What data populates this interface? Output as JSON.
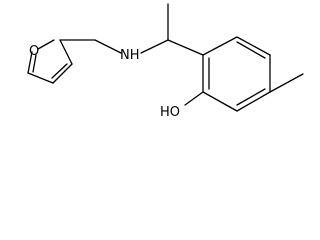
{
  "molecule": {
    "atoms": {
      "ring_oxygen": "O",
      "amine": "NH",
      "hydroxyl": "HO"
    },
    "colors": {
      "bond": "#000000",
      "label": "#000000",
      "background": "#ffffff"
    }
  }
}
